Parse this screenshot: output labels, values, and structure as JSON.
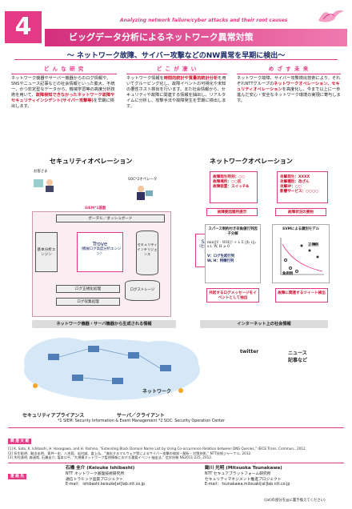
{
  "header": {
    "number": "4",
    "tagline": "Analyzing network failure/cyber attacks and their root causes",
    "title": "ビッグデータ分析によるネットワーク異常対策",
    "subtitle": "～ ネットワーク故障、サイバー攻撃などのNW異常を早期に検出～"
  },
  "columns": [
    {
      "heading": "ど ん な 研 究",
      "text": "ネットワーク機器やサーバー機器からのログ情報や、SNSやニュース記事などの社会情報といった膨大、不統一、かつ非定型なデータから、機械学習等の高度分析技術を用いて、",
      "highlight": "故障検知できなかったネットワーク故障やセキュリティインシデント(サイバー攻撃等)",
      "tail": "を早期に検出します。"
    },
    {
      "heading": "ど こ が 凄 い",
      "lead": "ネットワーク情報を",
      "highlight": "時間的統計や質量的統計分析",
      "text": "を用いてグルーピング化し、故障イベントの可視化や未知の悪性ホスト検出を行います。また社会情報から、セキュリティや故障に関連する情報を抽出し、リアルタイムに分析し、攻撃手法や故障発生を早期に検出します。"
    },
    {
      "heading": "め ざ す 未 来",
      "lead": "ネットワーク故障、サイバー攻撃検出技術により、それぞれNTTグループの",
      "highlight": "ネットワークオペレーション、セキュリティオペレーション",
      "tail": "を高度化し、今まで以上に一歩進んだ安心・安全なネットワーク環境の実現に寄与します。"
    }
  ],
  "left_diagram": {
    "title": "セキュリティオペレーション",
    "customer": "お客さま",
    "soc_operator": "SOC*2オペレータ",
    "siem_base": "SIEM*1基盤",
    "portal": "ポータル／ダッシュボード",
    "basic_engine": "基本分析エンジン",
    "trove_title": "Trove",
    "trove_sub": "（機械ログ高度分析エンジン）",
    "intel": "セキュリティインテリジェンス",
    "sagacitas_title": "Sagacitas",
    "sagacitas_sub": "（社会ログ高度分析エンジン）",
    "log_normalize": "ログ正規化処理",
    "log_store": "ログストレージ",
    "log_collect": "ログ収集処理"
  },
  "right_diagram": {
    "title": "ネットワークオペレーション",
    "failure_box": [
      "故障発生時刻：○○",
      "故障場所：○○区",
      "故障装置：スイッチA"
    ],
    "failure_box_right": [
      "攻撃発生：XXXX",
      "攻撃種別：改ざん",
      "攻撃IP：○○",
      "影響サービス：○○○○"
    ],
    "alarm_left": "故障要因箇所提示",
    "alarm_right": "故障状況の要約",
    "sparse_title": "スパース制約付き非負値行列因子分解",
    "formula": "min||V - WH||² + λ Σ ||h_i||₁",
    "formula_sub": "s.t. W, H ≥ 0",
    "v_label": "V：ログ生起行列",
    "w_label": "W, H：特徴行列",
    "svm_title": "SVMによる識別モデル",
    "positive": "正例例",
    "negative": "負例例",
    "event_left": "共起するログメッセージをイベントとして抽出",
    "event_right": "故障に関連するツイート検出"
  },
  "bottom_diagram": {
    "left_label": "ネットワーク機器・サーバ機器から生成される情報",
    "right_label": "インターネット上の社会情報",
    "twitter": "twitter",
    "news": "ニュース\n記事など",
    "network": "ネットワーク",
    "appliance": "セキュリティアプライアンス",
    "server_client": "サーバ／クライアント",
    "footnote": "*1 SIEM: Security Information & Event Management  *2 SOC: Security Operation Center"
  },
  "references": {
    "heading": "関 連 文 献",
    "items": [
      "[1] K. Sato, K. Ishibashi, H. Hasegawa, and H. Yoshino, “Extending Black Domain Name List by Using Co-occurrence Relation between DNS Queries,” IEICE Trans. Commun., 2012.",
      "[2] 折生聡明、鞍治圭明、青井一史、八木毅、岩村誠、倉上弘、“進化するマルウェア等によるサイバー攻撃の検知・解析・対策技術,” NTT技術ジャーナル, 2012.",
      "[3] 木村達明, 森達哉, 石橋圭介, 塩本公平, “大規模ネットワーク監視情報における重要イベント抽出法,” 信学技報 NS2011-225, 2012."
    ]
  },
  "contacts": {
    "heading": "連 絡 先",
    "left": {
      "name": "石橋 圭介 (Keisuke Ishibashi)",
      "org": "NTT ネットワーク基盤技術研究所",
      "project": "通信トラヒック品質プロジェクト",
      "email": "E-mail： ishibashi.keisuke[at]lab.ntt.co.jp"
    },
    "right": {
      "name": "鋤川 光明 (Mitsuoka Tsunakawa)",
      "org": "NTT セキュアプラットフォーム研究所",
      "project": "セキュリティマネジメント推進プロジェクト",
      "email": "E-mail： tsunakawa.mitsuaki[at]lab.ntt.co.jp"
    },
    "note": "([at]の部分を@に置き換えてください)"
  }
}
